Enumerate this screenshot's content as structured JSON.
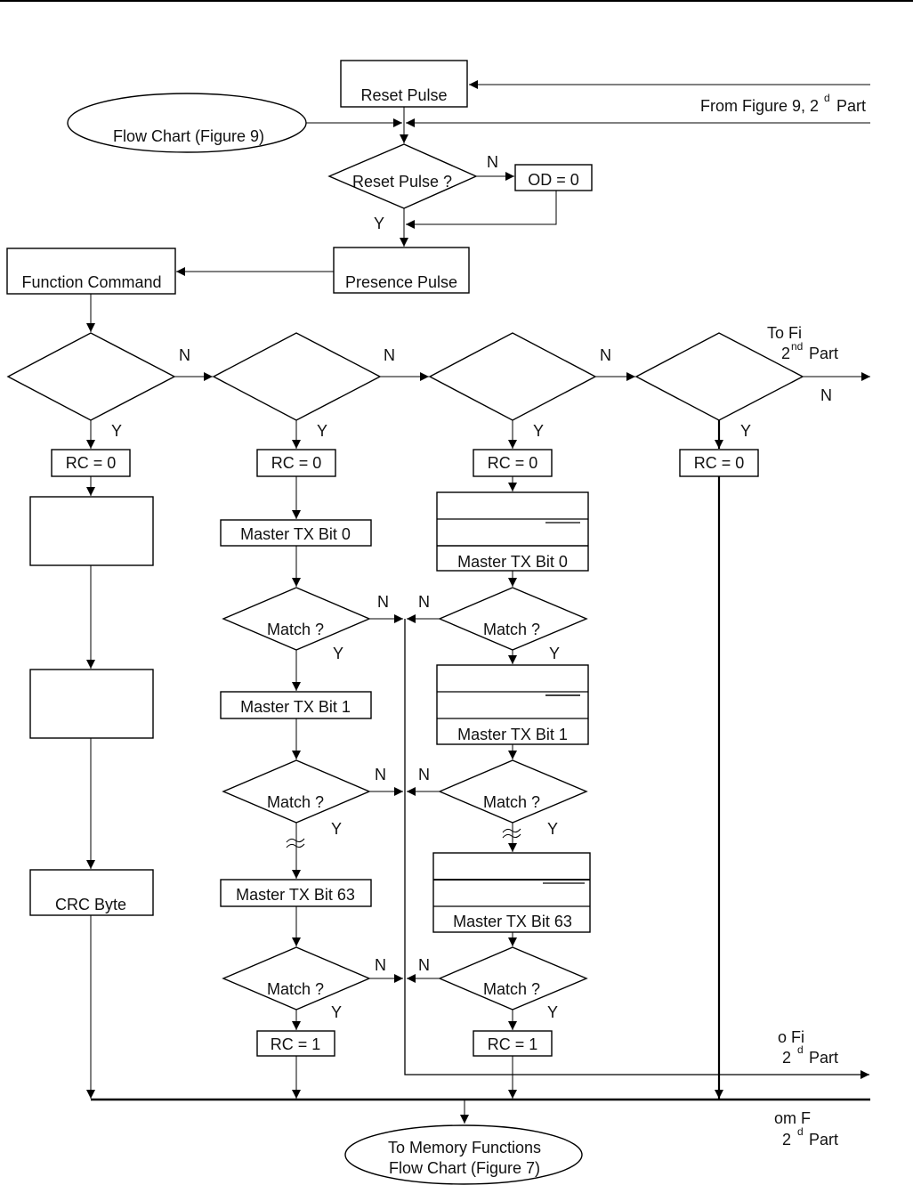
{
  "title": "Flow chart continuation (ROM function commands)",
  "top": {
    "reset_pulse_box": "Reset Pulse",
    "from_figure_label": "From Figure 9, 2",
    "from_figure_sup": "d",
    "from_figure_suffix": "Part",
    "flow_chart_oval": "Flow Chart (Figure 9)",
    "reset_decision": "Reset Pulse ?",
    "od_box": "OD = 0",
    "presence_pulse_box": "Presence Pulse",
    "function_command_box": "Function Command"
  },
  "labels": {
    "yes": "Y",
    "no": "N",
    "rc0": "RC = 0",
    "rc1": "RC = 1",
    "match": "Match ?"
  },
  "col1": {
    "box3": "CRC Byte"
  },
  "col2": {
    "tx": [
      "Master TX Bit 0",
      "Master TX Bit 1",
      "Master TX Bit 63"
    ]
  },
  "col3": {
    "tx": [
      "Master TX Bit 0",
      "Master TX Bit 1",
      "Master TX Bit 63"
    ]
  },
  "right_edge": {
    "to_fig_top_line1": "To Fi",
    "to_fig_top_num": "2",
    "to_fig_top_sup": "nd",
    "to_fig_top_part": "Part",
    "to_fig_bottom_line1": "o Fi",
    "to_fig_bottom_num": "2",
    "to_fig_bottom_sup": "d",
    "to_fig_bottom_part": "Part",
    "from_fig_line1": "om F",
    "from_fig_num": "2",
    "from_fig_sup": "d",
    "from_fig_part": "Part"
  },
  "bottom": {
    "oval_line1": "To Memory Functions",
    "oval_line2": "Flow Chart (Figure 7)"
  }
}
